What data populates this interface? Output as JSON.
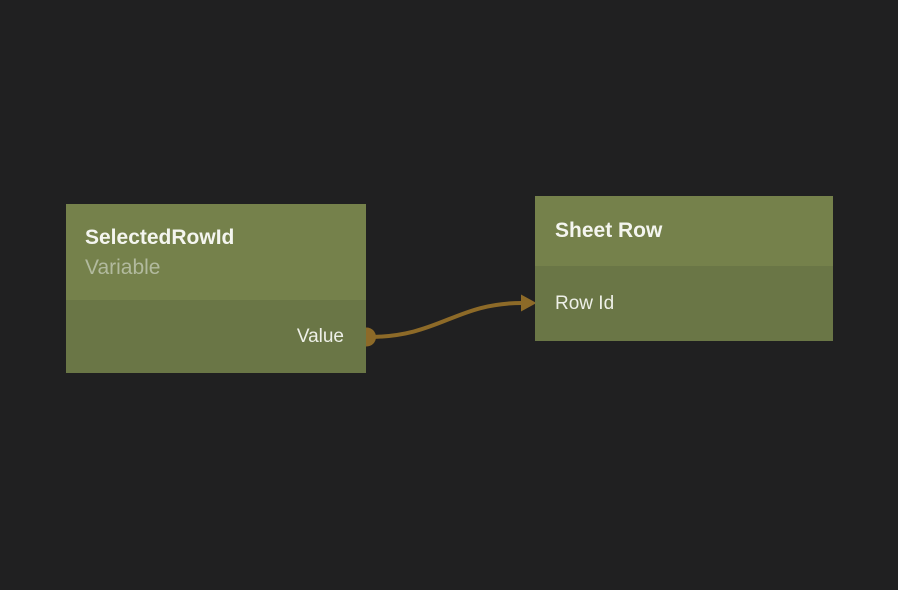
{
  "canvas": {
    "background_color": "#202021"
  },
  "theme": {
    "node_header_color": "#75814b",
    "node_body_color": "#6a7646",
    "title_color": "#f4f5ef",
    "subtitle_color": "#b2ba9e",
    "port_label_color": "#eef0e8",
    "wire_color": "#8d6a28"
  },
  "nodes": [
    {
      "title": "SelectedRowId",
      "subtitle": "Variable",
      "outputs": [
        {
          "label": "Value"
        }
      ]
    },
    {
      "title": "Sheet Row",
      "inputs": [
        {
          "label": "Row Id"
        }
      ]
    }
  ],
  "connection": {
    "from_node": "SelectedRowId",
    "from_port": "Value",
    "to_node": "Sheet Row",
    "to_port": "Row Id"
  }
}
